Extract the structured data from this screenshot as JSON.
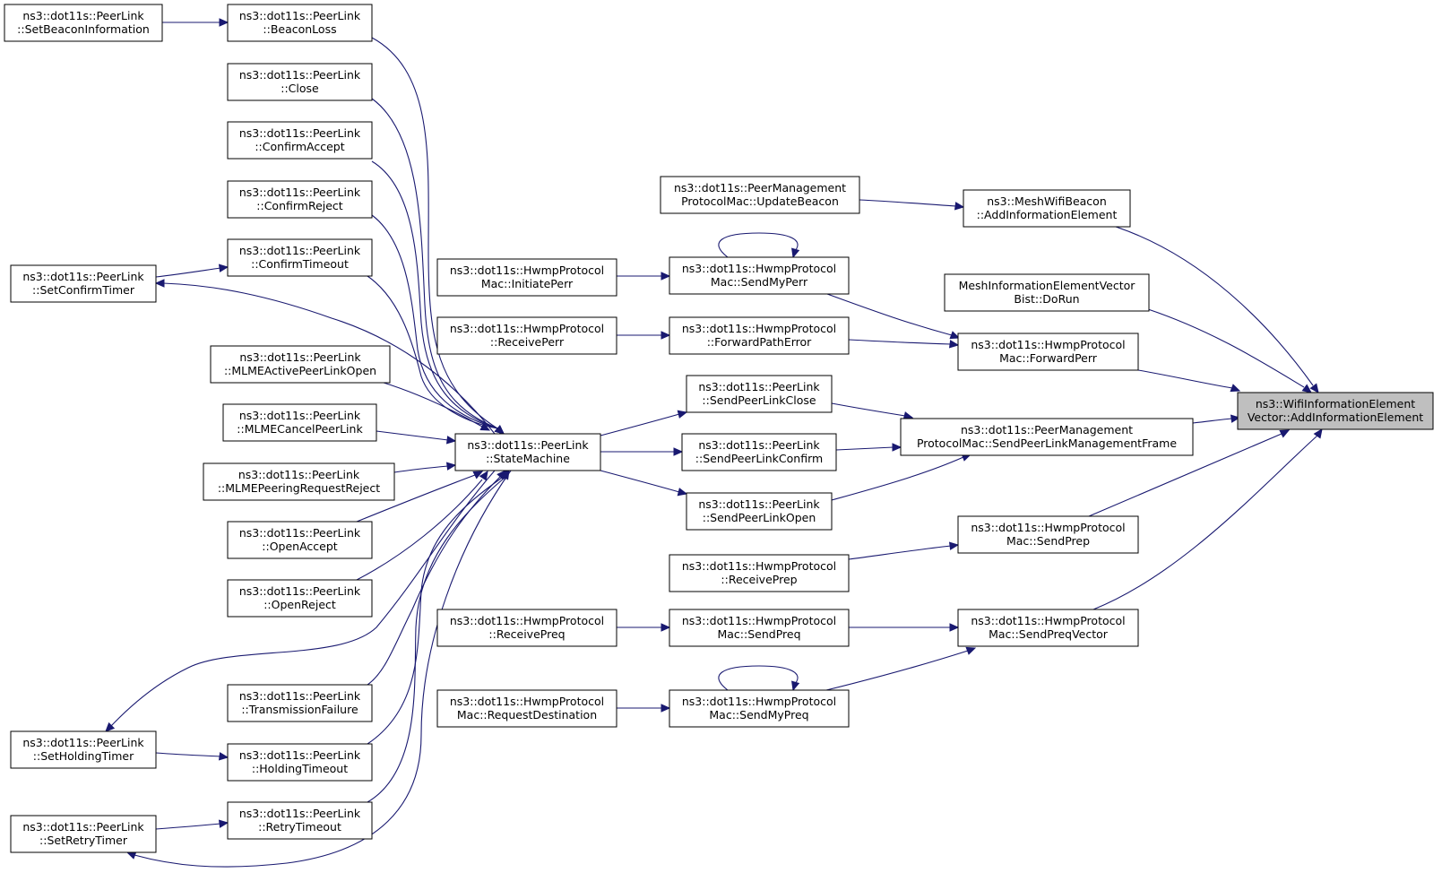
{
  "graph": {
    "colors": {
      "edge": "#191970",
      "node_border": "#000000",
      "node_fill": "#ffffff",
      "highlight_fill": "#bfbfbf"
    },
    "nodes": [
      {
        "id": "target",
        "lines": [
          "ns3::WifiInformationElement",
          "Vector::AddInformationElement"
        ],
        "highlight": true
      },
      {
        "id": "meshBeaconAdd",
        "lines": [
          "ns3::MeshWifiBeacon",
          "::AddInformationElement"
        ]
      },
      {
        "id": "pmpUpdateBeacon",
        "lines": [
          "ns3::dot11s::PeerManagement",
          "ProtocolMac::UpdateBeacon"
        ]
      },
      {
        "id": "bistDoRun",
        "lines": [
          "MeshInformationElementVector",
          "Bist::DoRun"
        ]
      },
      {
        "id": "forwardPerr",
        "lines": [
          "ns3::dot11s::HwmpProtocol",
          "Mac::ForwardPerr"
        ]
      },
      {
        "id": "sendMyPerr",
        "lines": [
          "ns3::dot11s::HwmpProtocol",
          "Mac::SendMyPerr"
        ]
      },
      {
        "id": "initiatePerr",
        "lines": [
          "ns3::dot11s::HwmpProtocol",
          "Mac::InitiatePerr"
        ]
      },
      {
        "id": "forwardPathError",
        "lines": [
          "ns3::dot11s::HwmpProtocol",
          "::ForwardPathError"
        ]
      },
      {
        "id": "receivePerr",
        "lines": [
          "ns3::dot11s::HwmpProtocol",
          "::ReceivePerr"
        ]
      },
      {
        "id": "sendPLMF",
        "lines": [
          "ns3::dot11s::PeerManagement",
          "ProtocolMac::SendPeerLinkManagementFrame"
        ]
      },
      {
        "id": "sendPLClose",
        "lines": [
          "ns3::dot11s::PeerLink",
          "::SendPeerLinkClose"
        ]
      },
      {
        "id": "sendPLConfirm",
        "lines": [
          "ns3::dot11s::PeerLink",
          "::SendPeerLinkConfirm"
        ]
      },
      {
        "id": "sendPLOpen",
        "lines": [
          "ns3::dot11s::PeerLink",
          "::SendPeerLinkOpen"
        ]
      },
      {
        "id": "stateMachine",
        "lines": [
          "ns3::dot11s::PeerLink",
          "::StateMachine"
        ]
      },
      {
        "id": "sendPrep",
        "lines": [
          "ns3::dot11s::HwmpProtocol",
          "Mac::SendPrep"
        ]
      },
      {
        "id": "receivePrep",
        "lines": [
          "ns3::dot11s::HwmpProtocol",
          "::ReceivePrep"
        ]
      },
      {
        "id": "sendPreqVector",
        "lines": [
          "ns3::dot11s::HwmpProtocol",
          "Mac::SendPreqVector"
        ]
      },
      {
        "id": "sendPreq",
        "lines": [
          "ns3::dot11s::HwmpProtocol",
          "Mac::SendPreq"
        ]
      },
      {
        "id": "receivePreq",
        "lines": [
          "ns3::dot11s::HwmpProtocol",
          "::ReceivePreq"
        ]
      },
      {
        "id": "sendMyPreq",
        "lines": [
          "ns3::dot11s::HwmpProtocol",
          "Mac::SendMyPreq"
        ]
      },
      {
        "id": "requestDestination",
        "lines": [
          "ns3::dot11s::HwmpProtocol",
          "Mac::RequestDestination"
        ]
      },
      {
        "id": "beaconLoss",
        "lines": [
          "ns3::dot11s::PeerLink",
          "::BeaconLoss"
        ]
      },
      {
        "id": "setBeaconInfo",
        "lines": [
          "ns3::dot11s::PeerLink",
          "::SetBeaconInformation"
        ]
      },
      {
        "id": "close",
        "lines": [
          "ns3::dot11s::PeerLink",
          "::Close"
        ]
      },
      {
        "id": "confirmAccept",
        "lines": [
          "ns3::dot11s::PeerLink",
          "::ConfirmAccept"
        ]
      },
      {
        "id": "confirmReject",
        "lines": [
          "ns3::dot11s::PeerLink",
          "::ConfirmReject"
        ]
      },
      {
        "id": "confirmTimeout",
        "lines": [
          "ns3::dot11s::PeerLink",
          "::ConfirmTimeout"
        ]
      },
      {
        "id": "setConfirmTimer",
        "lines": [
          "ns3::dot11s::PeerLink",
          "::SetConfirmTimer"
        ]
      },
      {
        "id": "mlmeActive",
        "lines": [
          "ns3::dot11s::PeerLink",
          "::MLMEActivePeerLinkOpen"
        ]
      },
      {
        "id": "mlmeCancel",
        "lines": [
          "ns3::dot11s::PeerLink",
          "::MLMECancelPeerLink"
        ]
      },
      {
        "id": "mlmePeeringReject",
        "lines": [
          "ns3::dot11s::PeerLink",
          "::MLMEPeeringRequestReject"
        ]
      },
      {
        "id": "openAccept",
        "lines": [
          "ns3::dot11s::PeerLink",
          "::OpenAccept"
        ]
      },
      {
        "id": "openReject",
        "lines": [
          "ns3::dot11s::PeerLink",
          "::OpenReject"
        ]
      },
      {
        "id": "transmissionFailure",
        "lines": [
          "ns3::dot11s::PeerLink",
          "::TransmissionFailure"
        ]
      },
      {
        "id": "holdingTimeout",
        "lines": [
          "ns3::dot11s::PeerLink",
          "::HoldingTimeout"
        ]
      },
      {
        "id": "setHoldingTimer",
        "lines": [
          "ns3::dot11s::PeerLink",
          "::SetHoldingTimer"
        ]
      },
      {
        "id": "retryTimeout",
        "lines": [
          "ns3::dot11s::PeerLink",
          "::RetryTimeout"
        ]
      },
      {
        "id": "setRetryTimer",
        "lines": [
          "ns3::dot11s::PeerLink",
          "::SetRetryTimer"
        ]
      }
    ],
    "edges": [
      {
        "from": "meshBeaconAdd",
        "to": "target"
      },
      {
        "from": "bistDoRun",
        "to": "target"
      },
      {
        "from": "forwardPerr",
        "to": "target"
      },
      {
        "from": "sendPLMF",
        "to": "target"
      },
      {
        "from": "sendPrep",
        "to": "target"
      },
      {
        "from": "sendPreqVector",
        "to": "target"
      },
      {
        "from": "pmpUpdateBeacon",
        "to": "meshBeaconAdd"
      },
      {
        "from": "sendMyPerr",
        "to": "forwardPerr"
      },
      {
        "from": "forwardPathError",
        "to": "forwardPerr"
      },
      {
        "from": "initiatePerr",
        "to": "sendMyPerr"
      },
      {
        "from": "sendMyPerr",
        "to": "sendMyPerr"
      },
      {
        "from": "receivePerr",
        "to": "forwardPathError"
      },
      {
        "from": "sendPLClose",
        "to": "sendPLMF"
      },
      {
        "from": "sendPLConfirm",
        "to": "sendPLMF"
      },
      {
        "from": "sendPLOpen",
        "to": "sendPLMF"
      },
      {
        "from": "stateMachine",
        "to": "sendPLClose"
      },
      {
        "from": "stateMachine",
        "to": "sendPLConfirm"
      },
      {
        "from": "stateMachine",
        "to": "sendPLOpen"
      },
      {
        "from": "receivePrep",
        "to": "sendPrep"
      },
      {
        "from": "sendPreq",
        "to": "sendPreqVector"
      },
      {
        "from": "sendMyPreq",
        "to": "sendPreqVector"
      },
      {
        "from": "receivePreq",
        "to": "sendPreq"
      },
      {
        "from": "requestDestination",
        "to": "sendMyPreq"
      },
      {
        "from": "sendMyPreq",
        "to": "sendMyPreq"
      },
      {
        "from": "setBeaconInfo",
        "to": "beaconLoss"
      },
      {
        "from": "beaconLoss",
        "to": "stateMachine"
      },
      {
        "from": "close",
        "to": "stateMachine"
      },
      {
        "from": "confirmAccept",
        "to": "stateMachine"
      },
      {
        "from": "confirmReject",
        "to": "stateMachine"
      },
      {
        "from": "confirmTimeout",
        "to": "stateMachine"
      },
      {
        "from": "setConfirmTimer",
        "to": "confirmTimeout"
      },
      {
        "from": "stateMachine",
        "to": "setConfirmTimer"
      },
      {
        "from": "mlmeActive",
        "to": "stateMachine"
      },
      {
        "from": "mlmeCancel",
        "to": "stateMachine"
      },
      {
        "from": "mlmePeeringReject",
        "to": "stateMachine"
      },
      {
        "from": "openAccept",
        "to": "stateMachine"
      },
      {
        "from": "openReject",
        "to": "stateMachine"
      },
      {
        "from": "transmissionFailure",
        "to": "stateMachine"
      },
      {
        "from": "holdingTimeout",
        "to": "stateMachine"
      },
      {
        "from": "retryTimeout",
        "to": "stateMachine"
      },
      {
        "from": "setHoldingTimer",
        "to": "holdingTimeout"
      },
      {
        "from": "stateMachine",
        "to": "setHoldingTimer"
      },
      {
        "from": "setRetryTimer",
        "to": "retryTimeout"
      },
      {
        "from": "stateMachine",
        "to": "setRetryTimer"
      }
    ]
  }
}
